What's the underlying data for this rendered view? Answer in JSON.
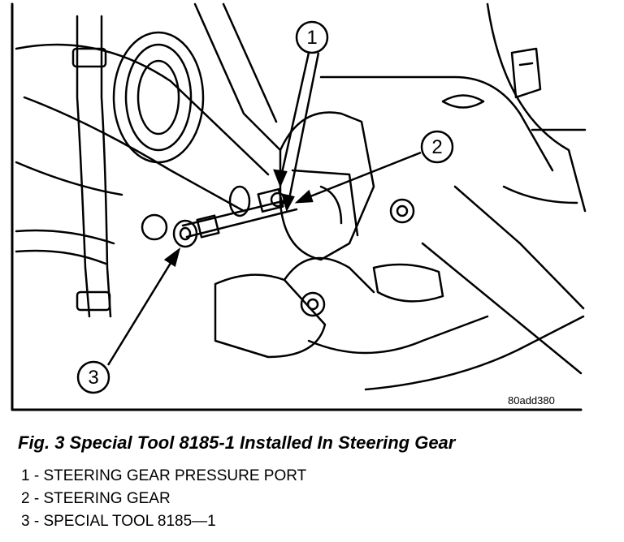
{
  "figure": {
    "image_code": "80add380",
    "callouts": [
      "1",
      "2",
      "3"
    ],
    "caption": "Fig. 3 Special Tool 8185-1 Installed In Steering Gear",
    "legend": [
      "1 - STEERING GEAR PRESSURE PORT",
      "2 - STEERING GEAR",
      "3 - SPECIAL TOOL 8185—1"
    ]
  }
}
